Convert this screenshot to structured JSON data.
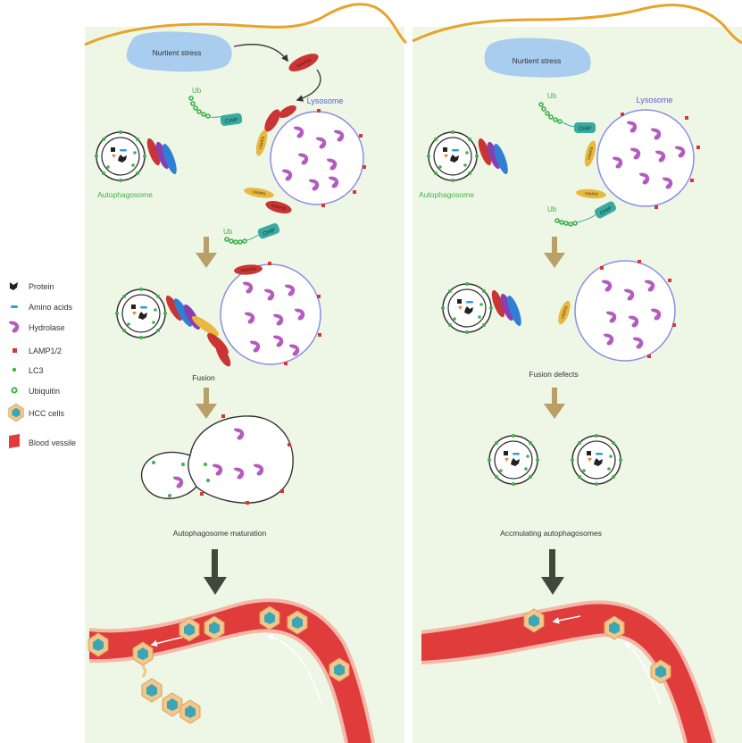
{
  "legend": [
    {
      "icon": "protein-icon",
      "label": "Protein"
    },
    {
      "icon": "amino-acid-icon",
      "label": "Amino acids"
    },
    {
      "icon": "hydrolase-icon",
      "label": "Hydrolase"
    },
    {
      "icon": "lamp-icon",
      "label": "LAMP1/2"
    },
    {
      "icon": "lc3-icon",
      "label": "LC3"
    },
    {
      "icon": "ubiquitin-icon",
      "label": "Ubiquitin"
    },
    {
      "icon": "hcc-cell-icon",
      "label": "HCC cells"
    },
    {
      "icon": "blood-vessel-icon",
      "label": "Blood vessile"
    }
  ],
  "left_panel": {
    "stress_label": "Nurtient stress",
    "lysosome_label": "Lysosome",
    "autophagosome_label": "Autophagosome",
    "ub_label": "Ub",
    "chip_label": "CHIP",
    "vamp_label": "VAMP8",
    "snap_label": "SNAP29",
    "stx_label": "STX17",
    "fusion_label": "Fusion",
    "maturation_label": "Autophagosome maturation"
  },
  "right_panel": {
    "stress_label": "Nurtient stress",
    "lysosome_label": "Lysosome",
    "autophagosome_label": "Autophagosome",
    "ub_label": "Ub",
    "chip_label": "CHIP",
    "vamp_label": "VAMP8",
    "fusion_label": "Fusion defects",
    "accum_label": "Accmulating autophagosomes"
  },
  "colors": {
    "panel_bg": "#eef6e6",
    "membrane": "#e8a42a",
    "stress": "#a9cdee",
    "lysosome_stroke": "#8c8ce8",
    "hydrolase": "#b45bc0",
    "lamp": "#d93636",
    "lc3": "#3fb34a",
    "chip": "#3aa99f",
    "vamp": "#e8b840",
    "snare_red": "#c93535",
    "snare_blue": "#2f7fd6",
    "snare_purple": "#8a3fb0",
    "arrow_tan": "#b9a068",
    "arrow_dark": "#3d4a3a",
    "vessel": "#e03c3c",
    "hcc": "#3aa6b8",
    "hcc_outer": "#f3c68a"
  }
}
